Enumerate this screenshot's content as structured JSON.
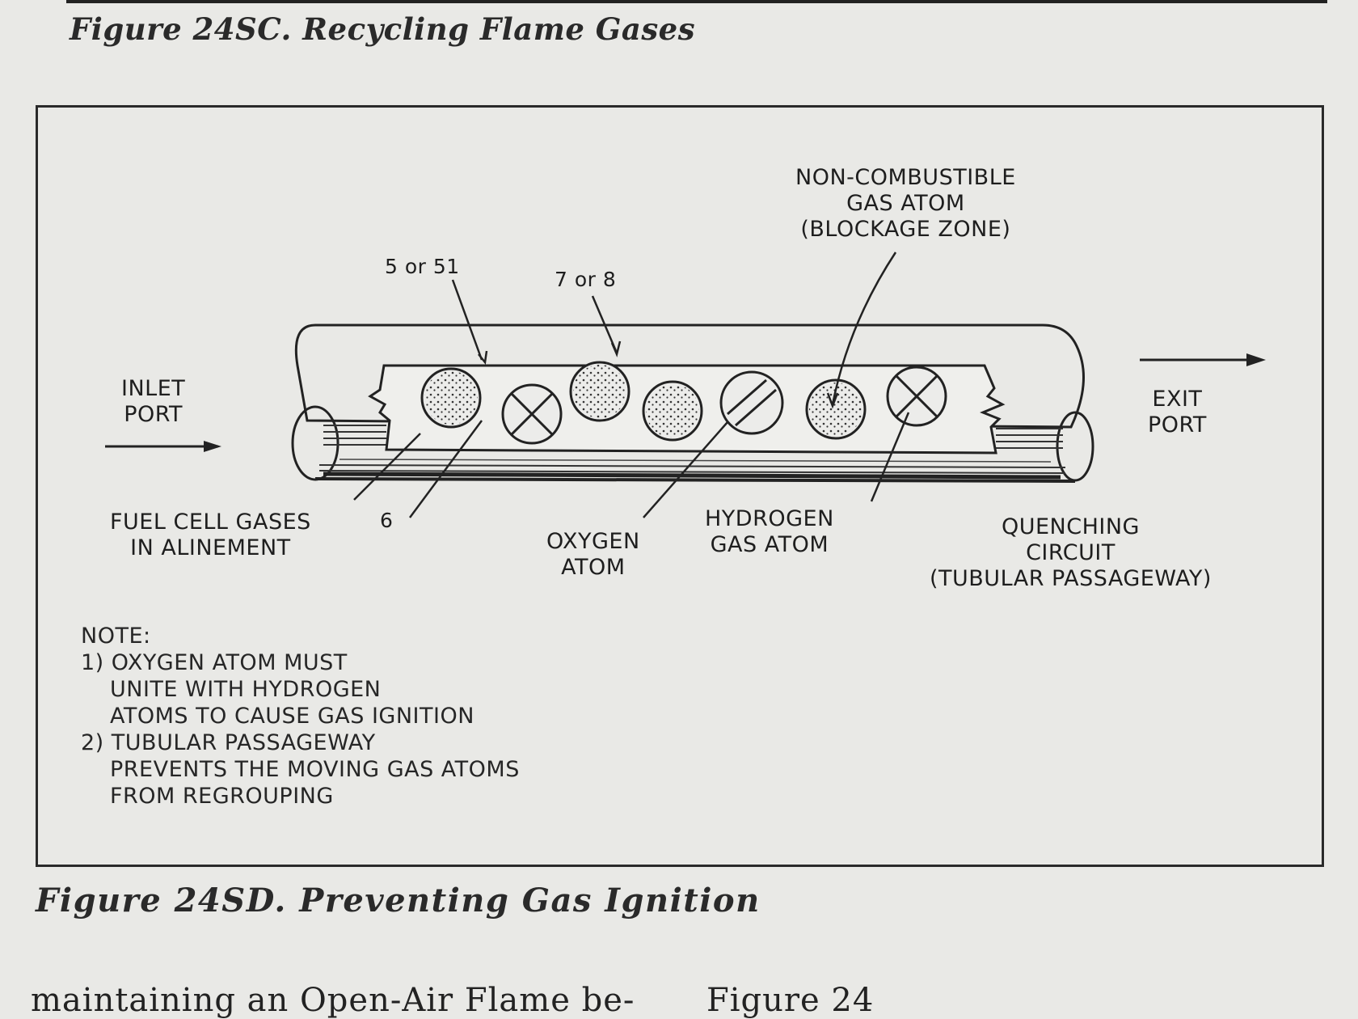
{
  "captions": {
    "top": "Figure 24SC. Recycling Flame Gases",
    "bottom": "Figure 24SD. Preventing Gas Ignition"
  },
  "labels": {
    "inlet_port": [
      "INLET",
      "PORT"
    ],
    "exit_port": [
      "EXIT",
      "PORT"
    ],
    "ref_5_51": "5 or 51",
    "ref_7_8": "7 or 8",
    "ref_6": "6",
    "non_combustible": [
      "NON-COMBUSTIBLE",
      "GAS ATOM",
      "(BLOCKAGE ZONE)"
    ],
    "fuel_cell": [
      "FUEL CELL GASES",
      "IN ALINEMENT"
    ],
    "oxygen_atom": [
      "OXYGEN",
      "ATOM"
    ],
    "hydrogen_atom": [
      "HYDROGEN",
      "GAS ATOM"
    ],
    "quenching": [
      "QUENCHING",
      "CIRCUIT",
      "(TUBULAR PASSAGEWAY)"
    ]
  },
  "note": {
    "heading": "NOTE:",
    "item1": [
      "1) OXYGEN ATOM MUST",
      "UNITE WITH HYDROGEN",
      "ATOMS TO CAUSE GAS IGNITION"
    ],
    "item2": [
      "2) TUBULAR PASSAGEWAY",
      "PREVENTS THE MOVING GAS ATOMS",
      "FROM REGROUPING"
    ]
  },
  "body_text": {
    "left": "maintaining an Open-Air Flame be-",
    "right": "Figure 24"
  },
  "atoms": [
    "dotted",
    "crossed",
    "dotted",
    "dotted",
    "slashed",
    "dotted",
    "crossed"
  ]
}
